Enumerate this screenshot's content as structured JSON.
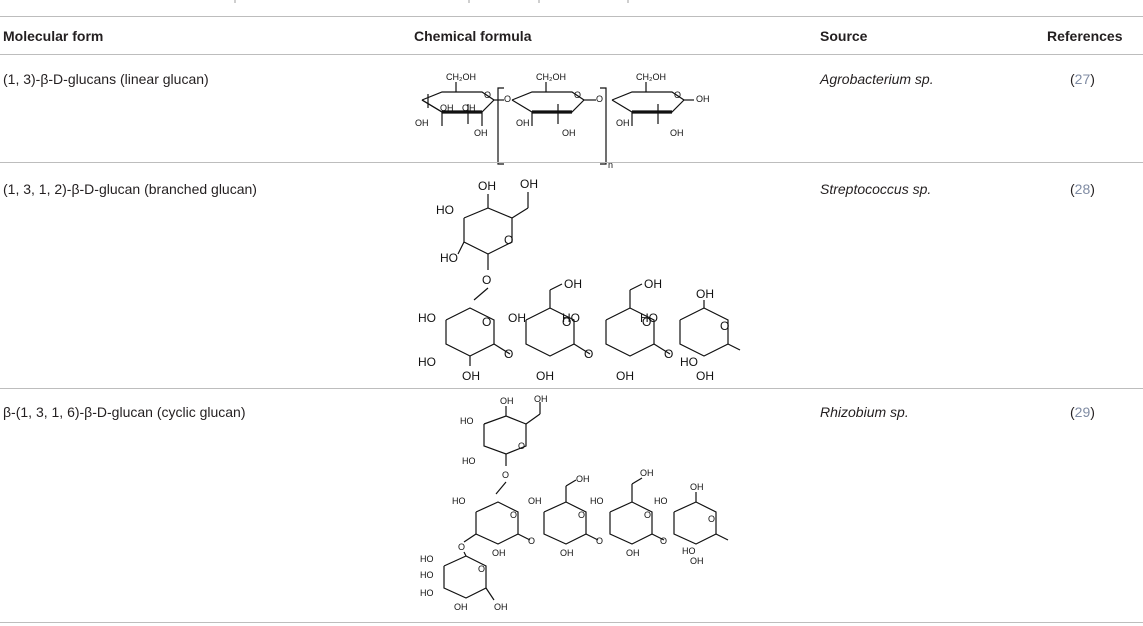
{
  "table": {
    "headers": {
      "form": "Molecular form",
      "formula": "Chemical formula",
      "source": "Source",
      "refs": "References"
    },
    "rows": [
      {
        "form": "(1, 3)-β-D-glucans (linear glucan)",
        "formula_labels": {
          "ch2oh": "CH₂OH",
          "oh": "OH",
          "o": "O",
          "n": "n"
        },
        "source": "Agrobacterium sp.",
        "ref_num": "27"
      },
      {
        "form": "(1, 3, 1, 2)-β-D-glucan (branched glucan)",
        "formula_labels": {
          "oh": "OH",
          "ho": "HO",
          "o": "O"
        },
        "source": "Streptococcus sp.",
        "ref_num": "28"
      },
      {
        "form": "β-(1, 3, 1, 6)-β-D-glucan (cyclic glucan)",
        "formula_labels": {
          "oh": "OH",
          "ho": "HO",
          "o": "O"
        },
        "source": "Rhizobium sp.",
        "ref_num": "29"
      }
    ]
  }
}
